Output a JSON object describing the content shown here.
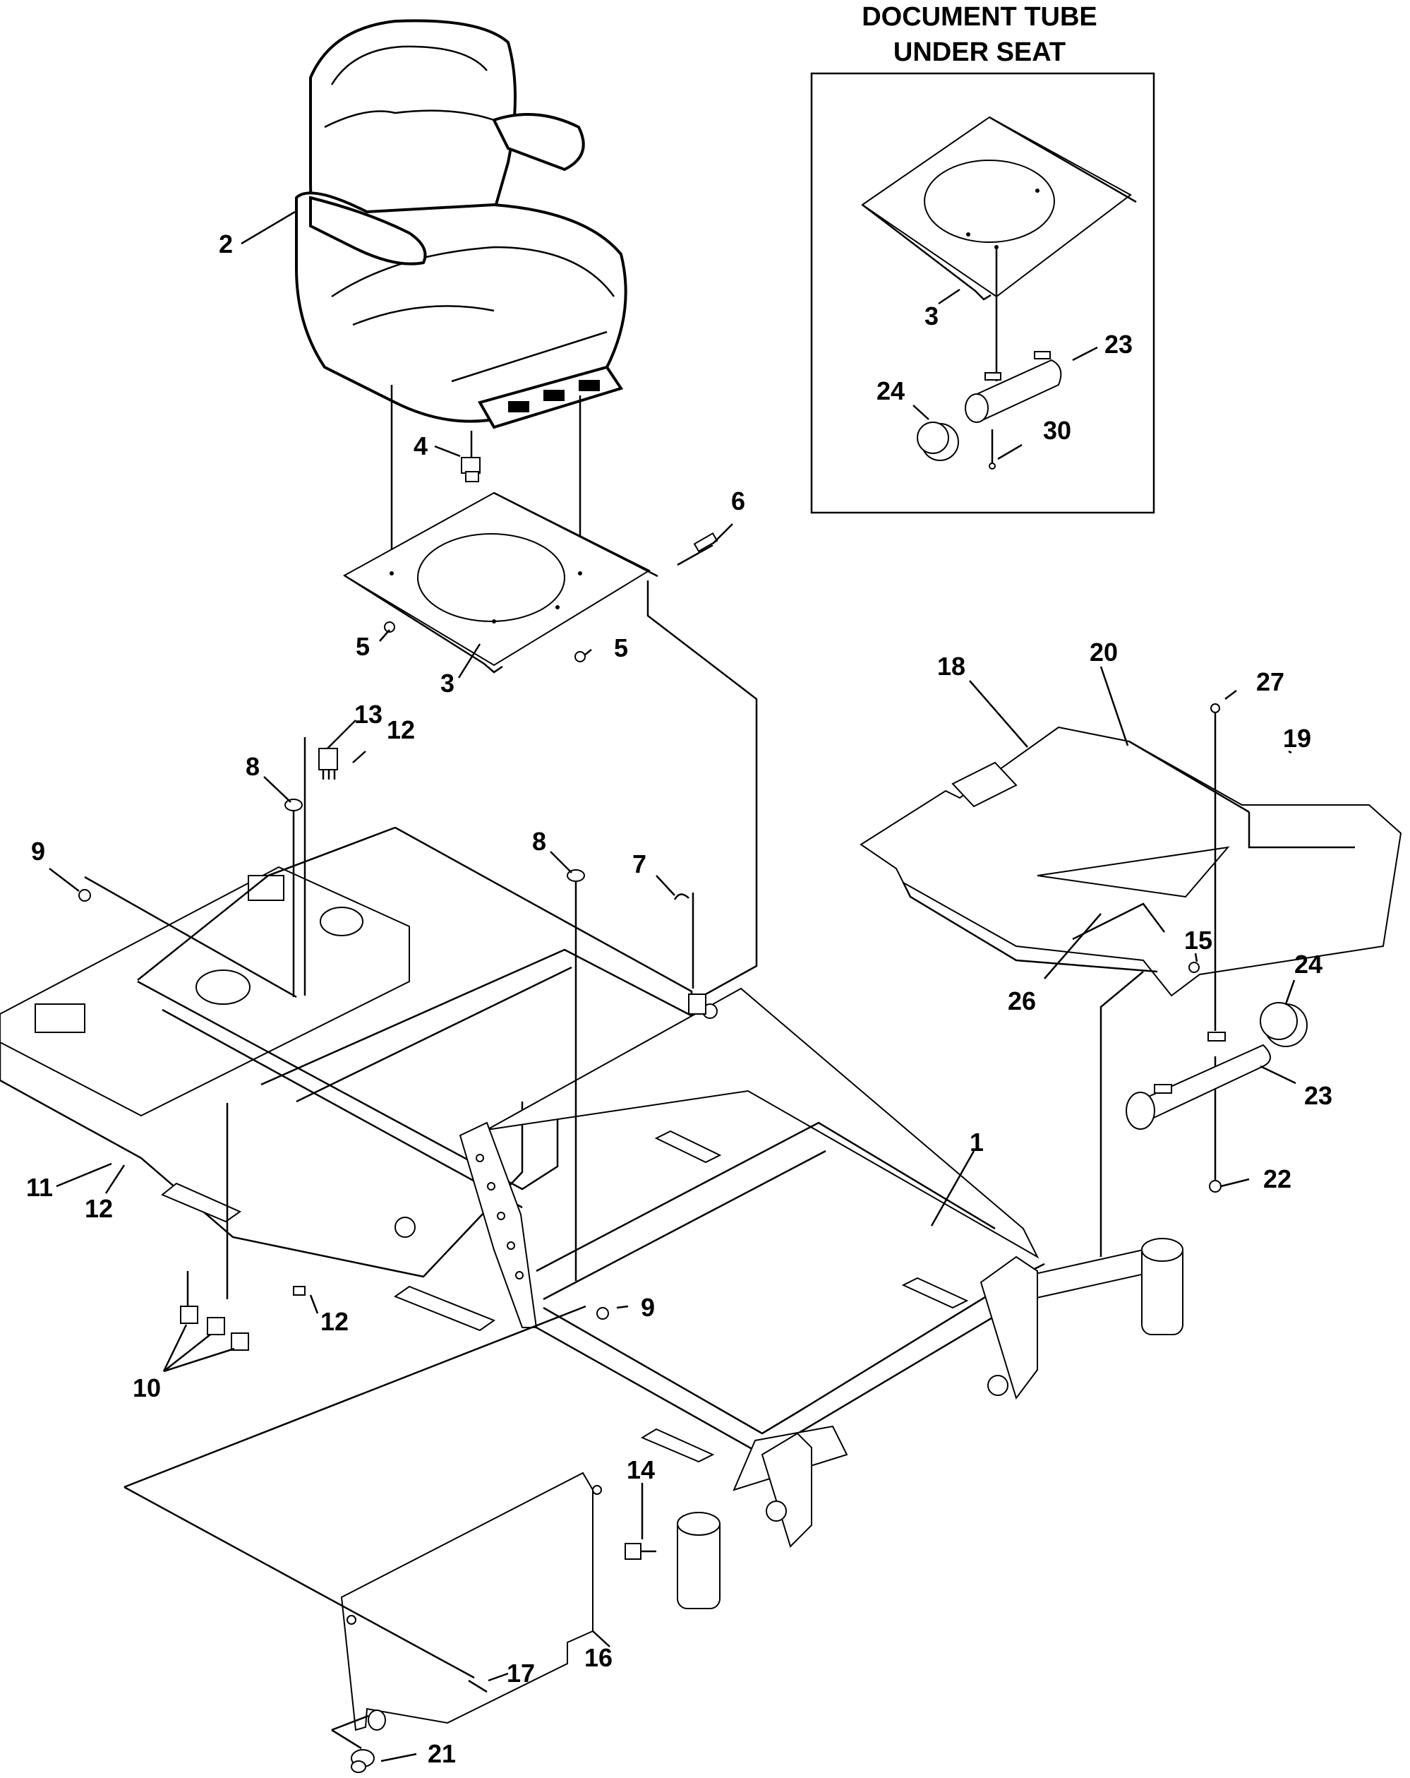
{
  "inset": {
    "title_line1": "DOCUMENT TUBE",
    "title_line2": "UNDER SEAT",
    "callouts": [
      "3",
      "23",
      "24",
      "30"
    ]
  },
  "callouts": {
    "c1": "1",
    "c2": "2",
    "c3": "3",
    "c4": "4",
    "c5a": "5",
    "c5b": "5",
    "c6": "6",
    "c7": "7",
    "c8a": "8",
    "c8b": "8",
    "c9a": "9",
    "c9b": "9",
    "c10": "10",
    "c11": "11",
    "c12a": "12",
    "c12b": "12",
    "c12c": "12",
    "c13": "13",
    "c14": "14",
    "c15": "15",
    "c16": "16",
    "c17": "17",
    "c18": "18",
    "c19": "19",
    "c20": "20",
    "c21": "21",
    "c22": "22",
    "c23": "23",
    "c24": "24",
    "c26": "26",
    "c27": "27"
  }
}
